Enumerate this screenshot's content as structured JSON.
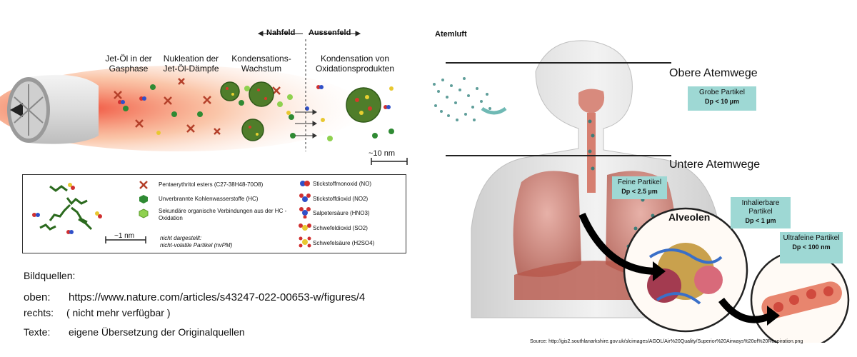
{
  "jet": {
    "nahfeld": "Nahfeld",
    "aussenfeld": "Aussenfeld",
    "stages": [
      "Jet-Öl in der Gasphase",
      "Nukleation der Jet-Öl-Dämpfe",
      "Kondensations-Wachstum",
      "Kondensation von Oxidationsprodukten"
    ],
    "scale": "~10 nm"
  },
  "legend": {
    "scale": "~1 nm",
    "note_line1": "nicht dargestellt:",
    "note_line2": "nicht-volatile Partikel  (nvPM)",
    "items_mid": [
      "Pentaerythritol esters (C27-38H48-70O8)",
      "Unverbrannte Kohlenwasserstoffe (HC)",
      "Sekundäre organische Verbindungen aus der HC - Oxidation"
    ],
    "items_right": [
      "Stickstoffmonoxid  (NO)",
      "Stickstoffdioxid  (NO2)",
      "Salpetersäure  (HNO3)",
      "Schwefeldioxid  (SO2)",
      "Schwefelsäure  (H2SO4)"
    ]
  },
  "credits": {
    "title": "Bildquellen:",
    "oben_label": "oben:",
    "oben_url": "https://www.nature.com/articles/s43247-022-00653-w/figures/4",
    "rechts_label": "rechts:",
    "rechts_value": "( nicht mehr verfügbar )",
    "texte_label": "Texte:",
    "texte_value": "eigene Übersetzung der Originalquellen"
  },
  "body": {
    "atemluft": "Atemluft",
    "obere": "Obere Atemwege",
    "untere": "Untere Atemwege",
    "alveolen": "Alveolen",
    "boxes": [
      {
        "label": "Grobe Partikel",
        "size": "Dp < 10 µm"
      },
      {
        "label": "Feine Partikel",
        "size": "Dp < 2.5 µm"
      },
      {
        "label": "Inhalierbare Partikel",
        "size": "Dp < 1 µm"
      },
      {
        "label": "Ultrafeine Partikel",
        "size": "Dp < 100 nm"
      }
    ],
    "source": "Source:   http://gis2.southlanarkshire.gov.uk/slcimages/AGOL/Air%20Quality/Superior%20Airways%20of%20Respiration.png"
  }
}
